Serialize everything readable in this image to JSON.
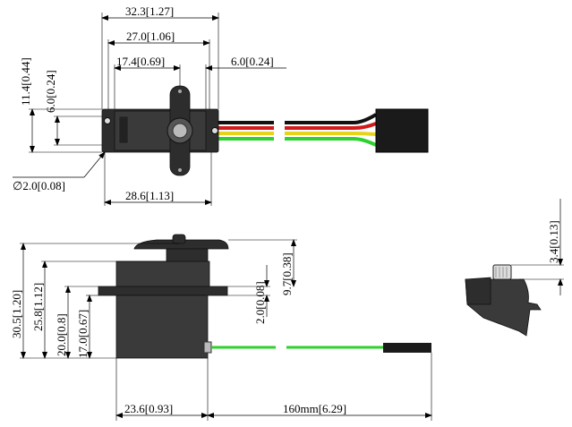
{
  "dimensions": {
    "top_width_overall": "32.3[1.27]",
    "top_width_mount": "27.0[1.06]",
    "top_offset_shaft": "17.4[0.69]",
    "top_offset_right": "6.0[0.24]",
    "top_height_overall": "11.4[0.44]",
    "top_height_inner": "6.0[0.24]",
    "hole_diameter": "∅2.0[0.08]",
    "top_body_width": "28.6[1.13]",
    "side_height_total": "30.5[1.20]",
    "side_height_horn": "25.8[1.12]",
    "side_height_flange": "20.0[0.8]",
    "side_height_lower": "17.0[0.67]",
    "side_flange_thickness": "2.0[0.08]",
    "side_horn_height": "9.7[0.38]",
    "side_body_width": "23.6[0.93]",
    "cable_length": "160mm[6.29]",
    "detail_spline": "3.4[0.13]"
  },
  "colors": {
    "line": "#000000",
    "body": "#2d2d2d",
    "wire_black": "#111111",
    "wire_red": "#d11a1a",
    "wire_yellow": "#e8d21a",
    "wire_green": "#2ed12e",
    "connector": "#1a1a1a"
  }
}
